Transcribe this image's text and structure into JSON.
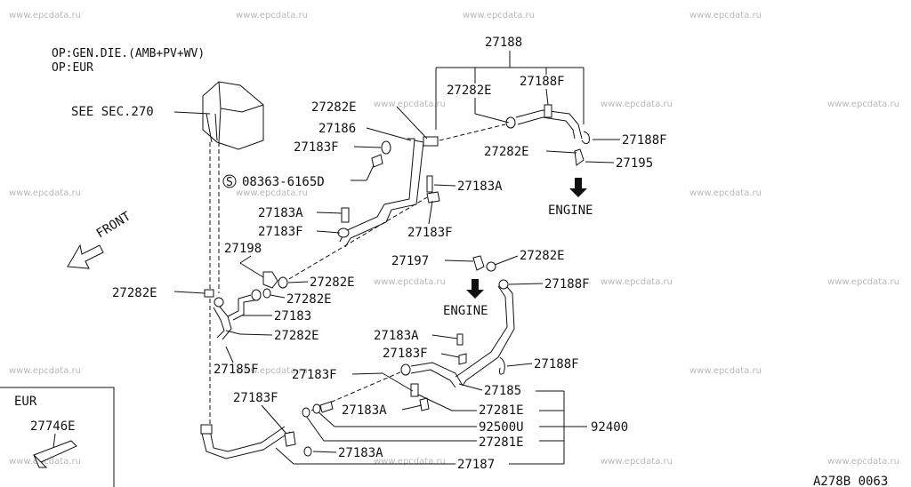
{
  "watermark": "www.epcdata.ru",
  "notes": [
    "OP:GEN.DIE.(AMB+PV+WV)",
    "OP:EUR"
  ],
  "see_sec": "SEE SEC.270",
  "front_label": "FRONT",
  "engine_label": "ENGINE",
  "eur_box_title": "EUR",
  "eur_part": "27746E",
  "drawing_code": "A278B 0063",
  "screw_symbol": "S",
  "labels": {
    "p27188": "27188",
    "p27282E_a": "27282E",
    "p27188F_a": "27188F",
    "p27282E_b": "27282E",
    "p27186": "27186",
    "p27183F_a": "27183F",
    "p27282E_c": "27282E",
    "p27188F_b": "27188F",
    "p27195": "27195",
    "p08363": "08363-6165D",
    "p27183A_a": "27183A",
    "p27183A_b": "27183A",
    "p27183F_b": "27183F",
    "p27183F_c": "27183F",
    "p27198": "27198",
    "p27197": "27197",
    "p27282E_d": "27282E",
    "p27282E_e": "27282E",
    "p27282E_f": "27282E",
    "p27282E_g": "27282E",
    "p27188F_c": "27188F",
    "p27183": "27183",
    "p27282E_h": "27282E",
    "p27183A_c": "27183A",
    "p27183F_d": "27183F",
    "p27188F_d": "27188F",
    "p27185F": "27185F",
    "p27183F_e": "27183F",
    "p27185": "27185",
    "p27183F_f": "27183F",
    "p27183A_d": "27183A",
    "p27281E_a": "27281E",
    "p92500U": "92500U",
    "p92400": "92400",
    "p27281E_b": "27281E",
    "p27183A_e": "27183A",
    "p27187": "27187"
  }
}
